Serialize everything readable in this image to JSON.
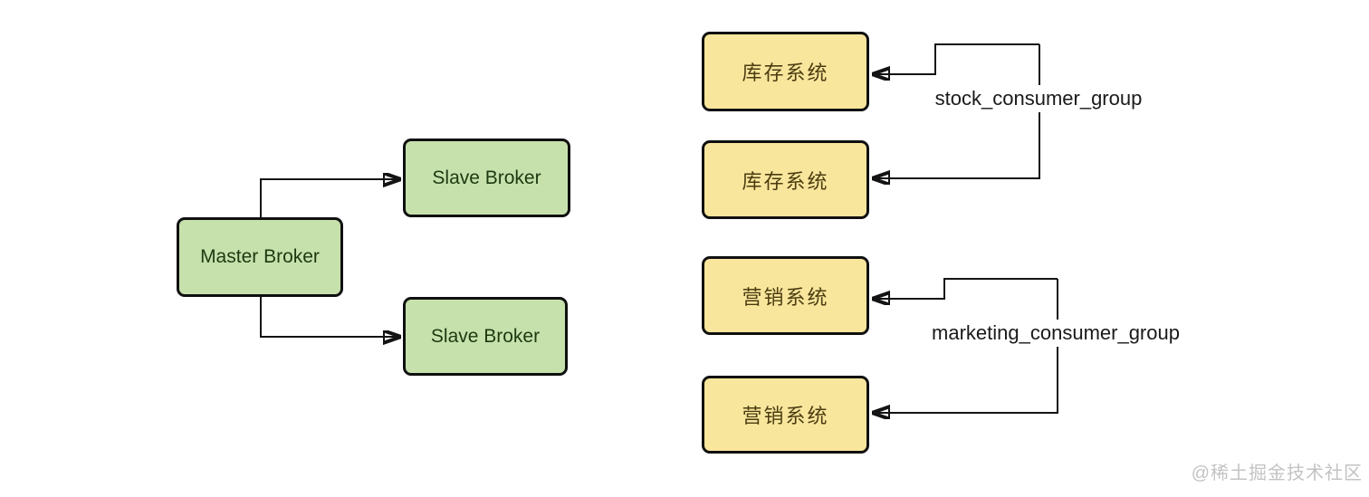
{
  "diagram": {
    "nodes": {
      "master_broker": {
        "label": "Master Broker"
      },
      "slave_broker_1": {
        "label": "Slave Broker"
      },
      "slave_broker_2": {
        "label": "Slave Broker"
      },
      "stock_system_1": {
        "label": "库存系统"
      },
      "stock_system_2": {
        "label": "库存系统"
      },
      "marketing_system_1": {
        "label": "营销系统"
      },
      "marketing_system_2": {
        "label": "营销系统"
      }
    },
    "edge_labels": {
      "stock": "stock_consumer_group",
      "marketing": "marketing_consumer_group"
    },
    "colors": {
      "broker_fill": "#c7e1ad",
      "broker_text": "#1c3a10",
      "consumer_fill": "#f9e69d",
      "consumer_text": "#4a3c10",
      "node_border": "#101010",
      "connector": "#141414",
      "edge_label_text": "#1a1a1a",
      "watermark_color": "#c3c3c3",
      "page_bg": "#ffffff"
    }
  },
  "watermark": {
    "text": "@稀土掘金技术社区"
  }
}
